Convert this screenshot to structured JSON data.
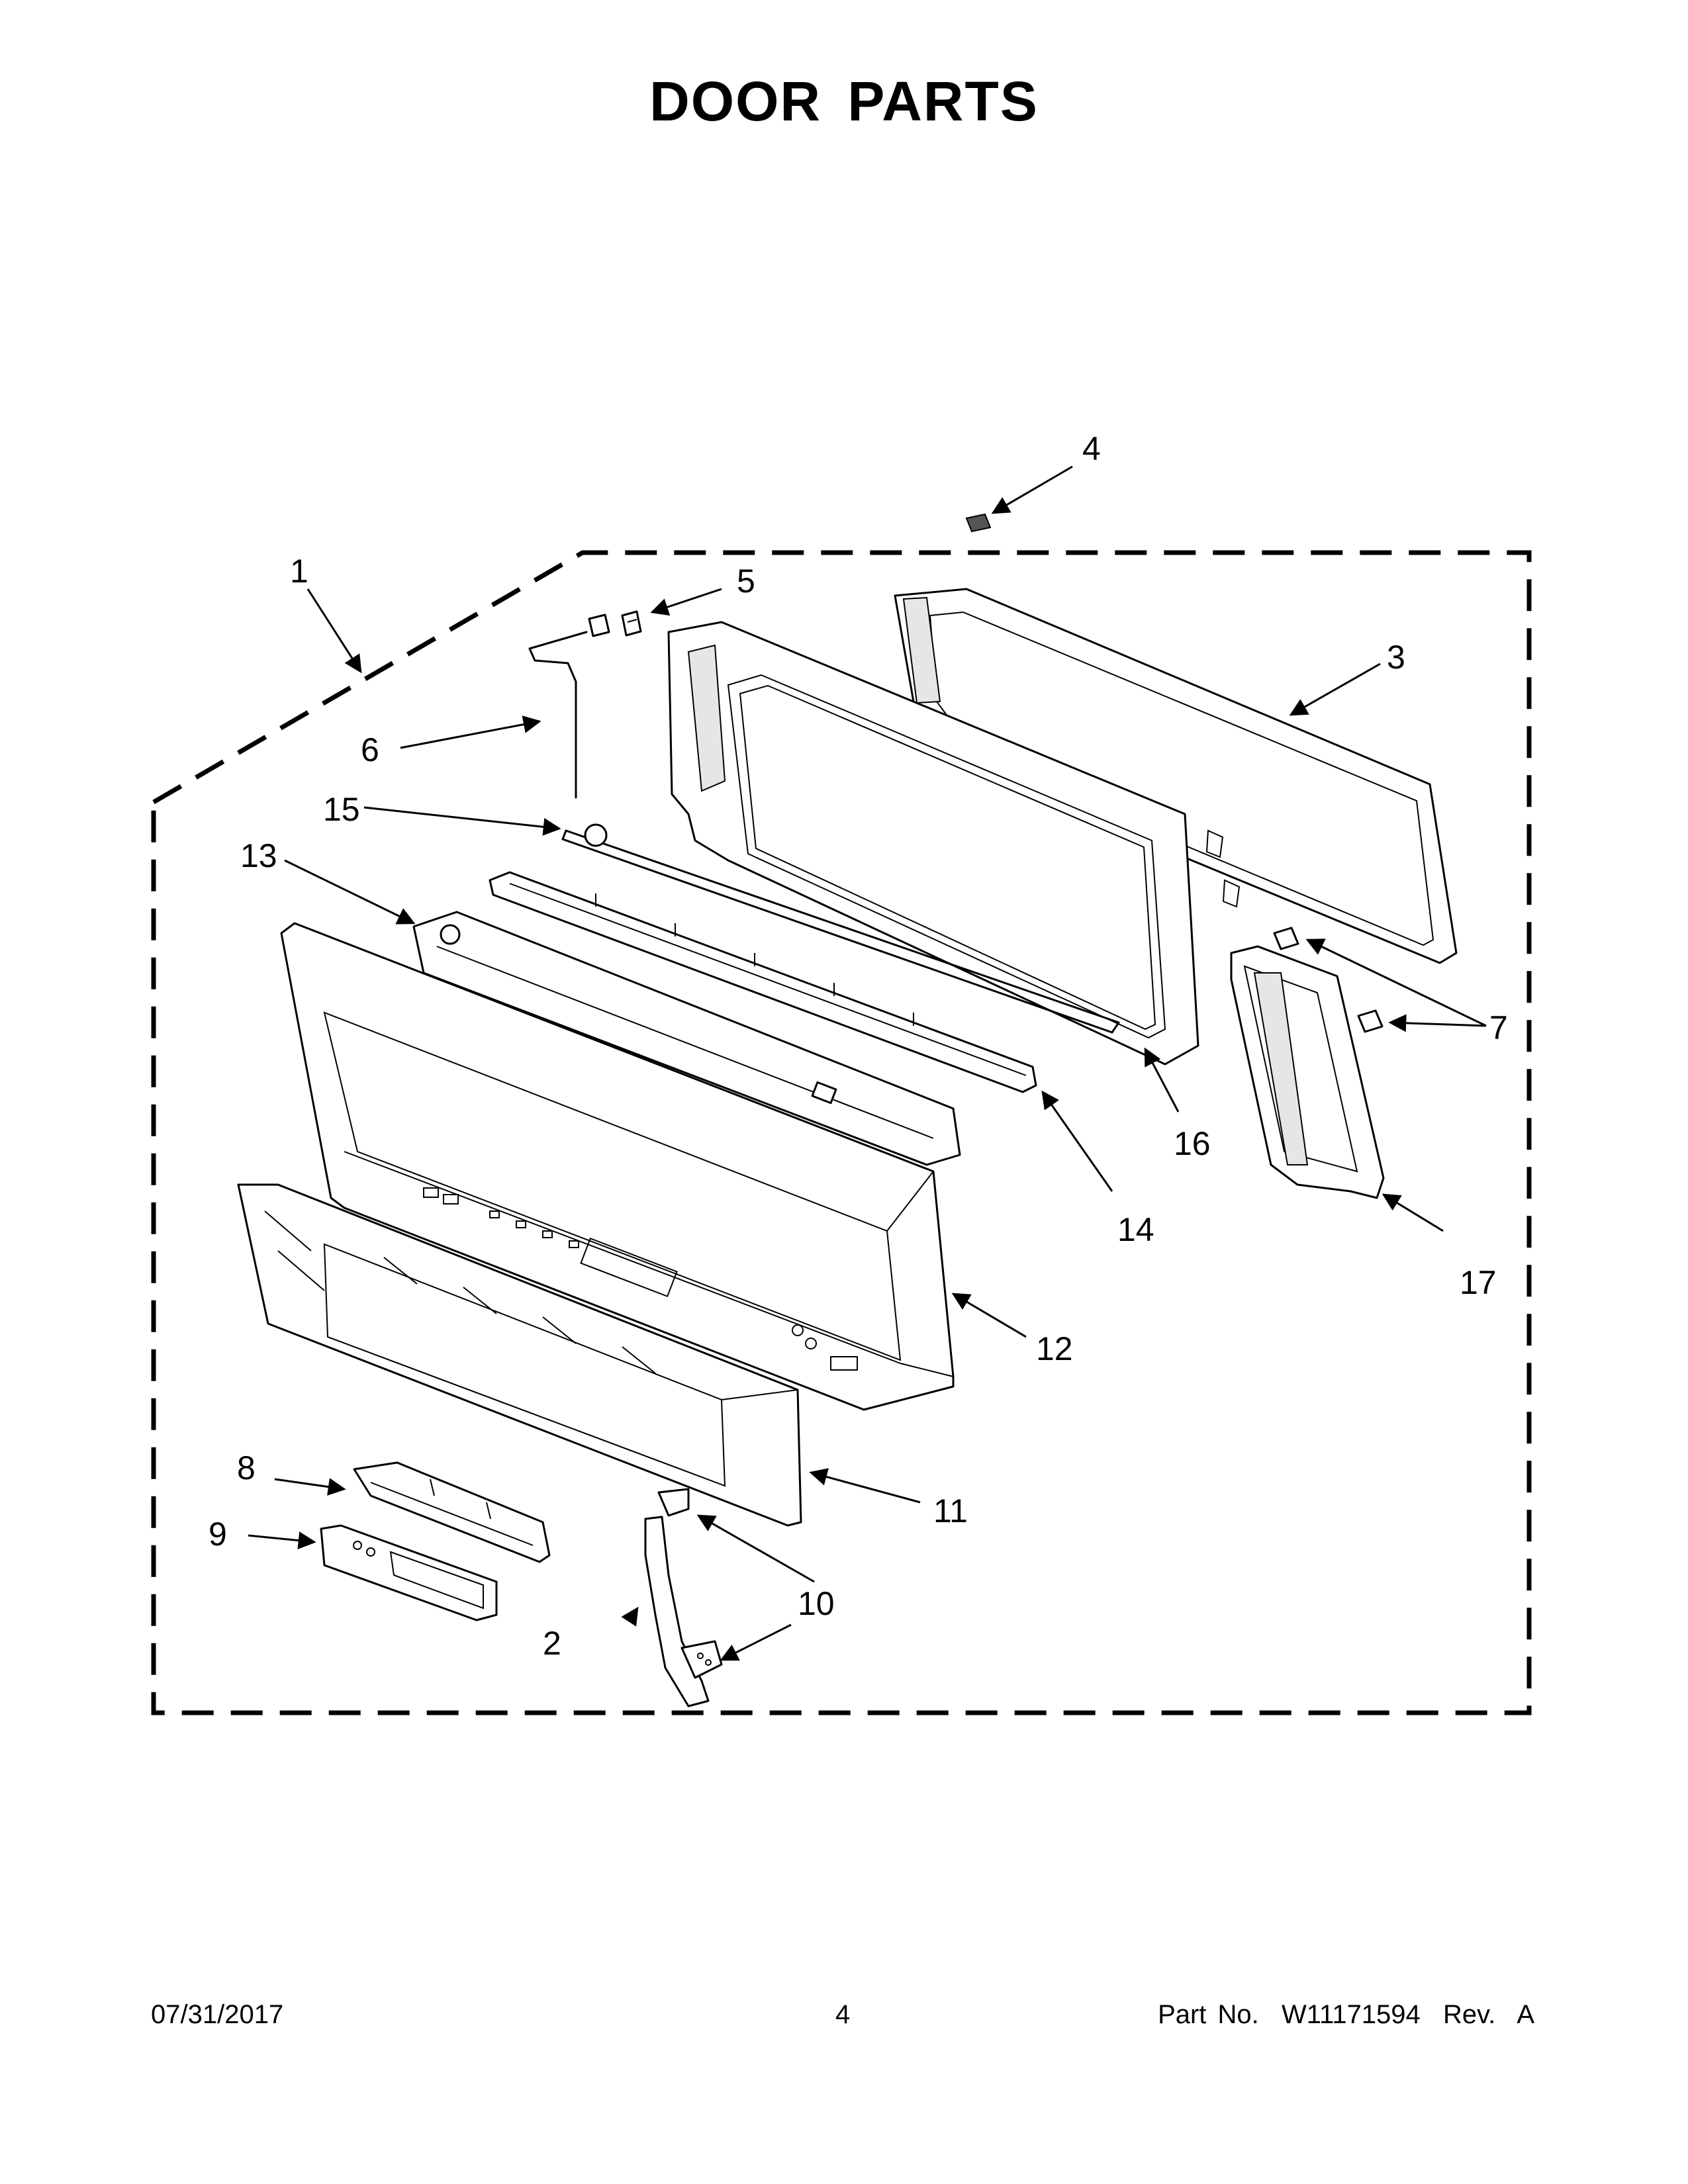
{
  "title": "DOOR PARTS",
  "callouts": [
    {
      "id": "1",
      "label": "1"
    },
    {
      "id": "2",
      "label": "2"
    },
    {
      "id": "3",
      "label": "3"
    },
    {
      "id": "4",
      "label": "4"
    },
    {
      "id": "5",
      "label": "5"
    },
    {
      "id": "6",
      "label": "6"
    },
    {
      "id": "7",
      "label": "7"
    },
    {
      "id": "8",
      "label": "8"
    },
    {
      "id": "9",
      "label": "9"
    },
    {
      "id": "10",
      "label": "10"
    },
    {
      "id": "11",
      "label": "11"
    },
    {
      "id": "12",
      "label": "12"
    },
    {
      "id": "13",
      "label": "13"
    },
    {
      "id": "14",
      "label": "14"
    },
    {
      "id": "15",
      "label": "15"
    },
    {
      "id": "16",
      "label": "16"
    },
    {
      "id": "17",
      "label": "17"
    }
  ],
  "footer": {
    "date": "07/31/2017",
    "page": "4",
    "part_number": "Part No.  W11171594  Rev.  A"
  }
}
